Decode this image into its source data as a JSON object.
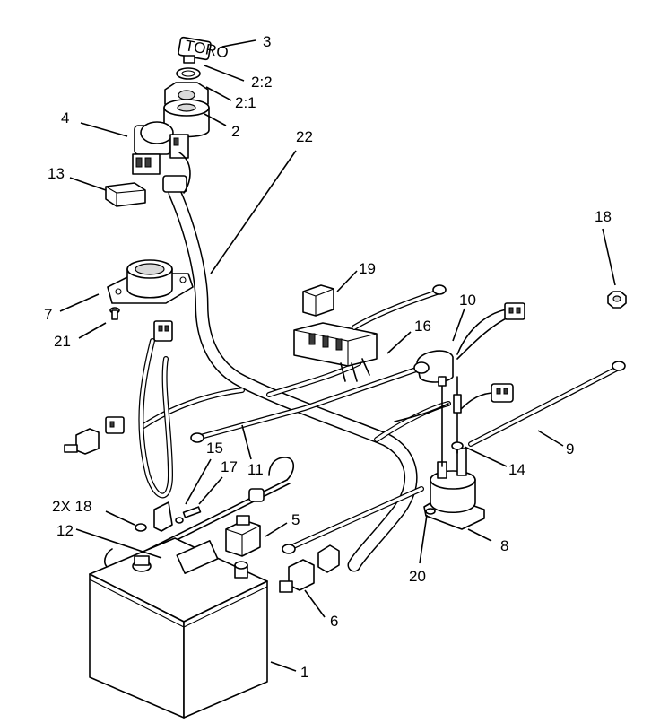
{
  "diagram": {
    "key_logo_text": "TORO",
    "callouts": [
      {
        "id": "c3",
        "text": "3"
      },
      {
        "id": "c2-2",
        "text": "2:2"
      },
      {
        "id": "c2-1",
        "text": "2:1"
      },
      {
        "id": "c2",
        "text": "2"
      },
      {
        "id": "c4",
        "text": "4"
      },
      {
        "id": "c22",
        "text": "22"
      },
      {
        "id": "c13",
        "text": "13"
      },
      {
        "id": "c18a",
        "text": "18"
      },
      {
        "id": "c19",
        "text": "19"
      },
      {
        "id": "c10",
        "text": "10"
      },
      {
        "id": "c7",
        "text": "7"
      },
      {
        "id": "c21",
        "text": "21"
      },
      {
        "id": "c16",
        "text": "16"
      },
      {
        "id": "c9",
        "text": "9"
      },
      {
        "id": "c15",
        "text": "15"
      },
      {
        "id": "c17",
        "text": "17"
      },
      {
        "id": "c11",
        "text": "11"
      },
      {
        "id": "c14",
        "text": "14"
      },
      {
        "id": "c2x18",
        "text": "2X 18"
      },
      {
        "id": "c5",
        "text": "5"
      },
      {
        "id": "c12",
        "text": "12"
      },
      {
        "id": "c8",
        "text": "8"
      },
      {
        "id": "c20",
        "text": "20"
      },
      {
        "id": "c6",
        "text": "6"
      },
      {
        "id": "c1",
        "text": "1"
      }
    ]
  }
}
